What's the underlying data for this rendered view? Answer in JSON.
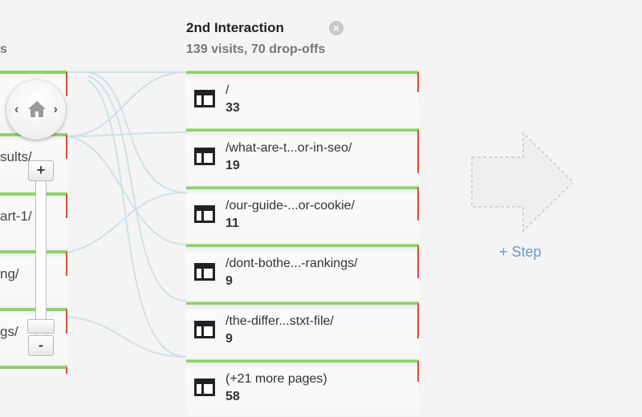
{
  "left_column": {
    "heading_fragment": "s",
    "nodes": [
      {
        "label": ""
      },
      {
        "label": "sults/"
      },
      {
        "label": "art-1/"
      },
      {
        "label": "ng/"
      },
      {
        "label": "gs/"
      },
      {
        "label": ""
      }
    ]
  },
  "column": {
    "title": "2nd Interaction",
    "subtitle": "139 visits, 70 drop-offs",
    "close_glyph": "×"
  },
  "nodes": [
    {
      "label": "/",
      "count": "33",
      "dropoff_fraction": 0.37
    },
    {
      "label": "/what-are-t...or-in-seo/",
      "count": "19",
      "dropoff_fraction": 0.79
    },
    {
      "label": "/our-guide-...or-cookie/",
      "count": "11",
      "dropoff_fraction": 0.6
    },
    {
      "label": "/dont-bothe...-rankings/",
      "count": "9",
      "dropoff_fraction": 0.6
    },
    {
      "label": "/the-differ...stxt-file/",
      "count": "9",
      "dropoff_fraction": 0.65
    },
    {
      "label": "(+21 more pages)",
      "count": "58",
      "dropoff_fraction": 0.38
    }
  ],
  "add_step": {
    "label": "+ Step"
  },
  "navigation": {
    "left_glyph": "‹",
    "right_glyph": "›",
    "zoom_in_label": "+",
    "zoom_out_label": "-",
    "icons": [
      "home-icon",
      "page-layout-icon",
      "close-icon",
      "arrow-right-icon"
    ]
  },
  "colors": {
    "traffic_bar": "#8fd16b",
    "dropoff_bar": "#e24b3b",
    "flow_line": "#cfe0e6",
    "add_step_text": "#6b9ac9"
  }
}
